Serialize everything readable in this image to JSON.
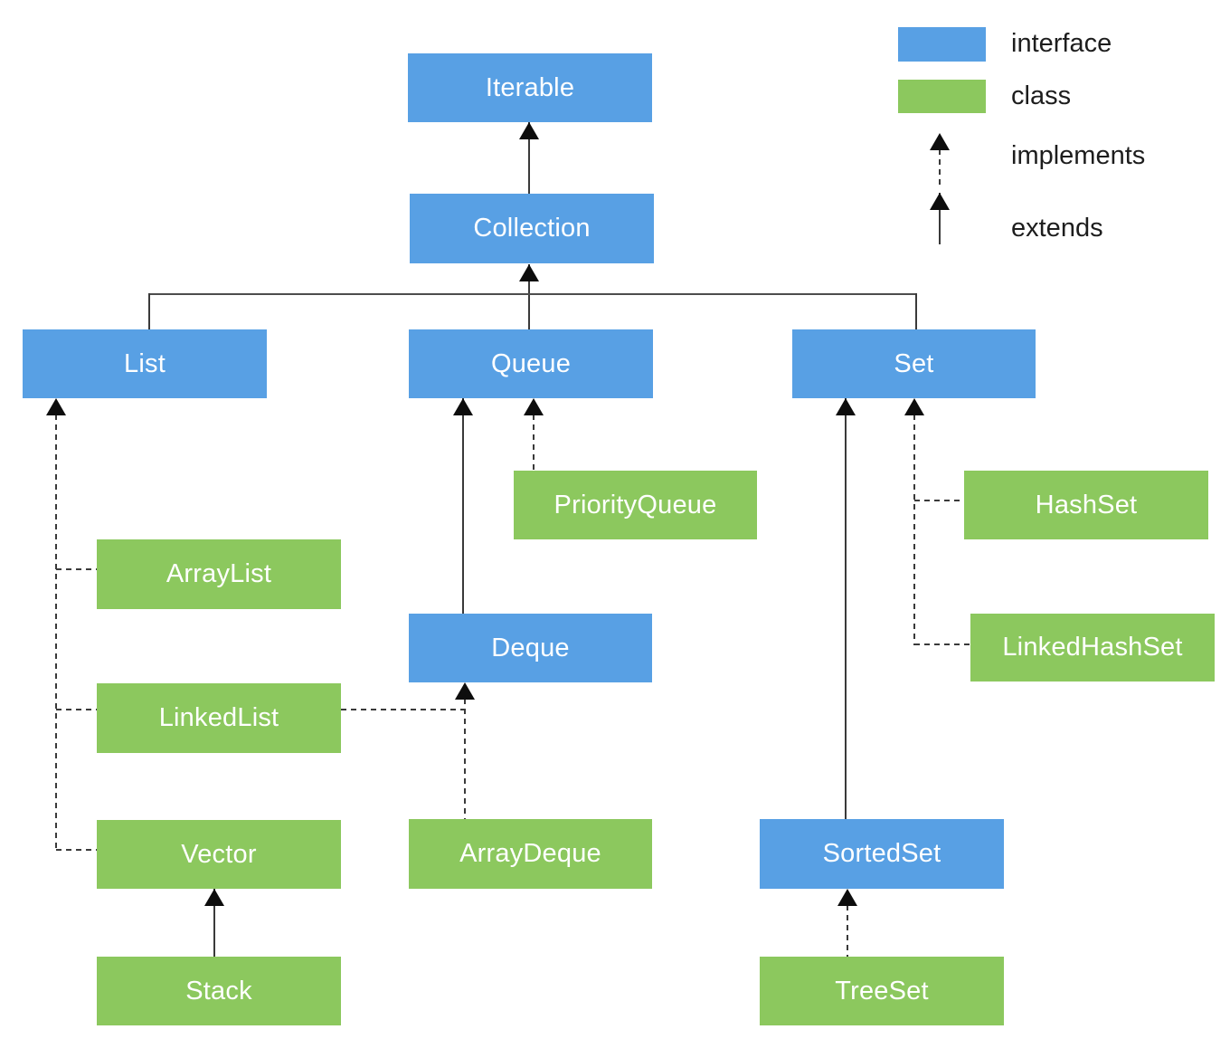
{
  "colors": {
    "interface": "#58A0E4",
    "class": "#8CC85E",
    "line": "#3a3a3a",
    "trunk": "#4d4d4d",
    "arrow": "#0d0d0d",
    "box_text": "#ffffff",
    "legend_text": "#1d1d1d",
    "bg": "#ffffff"
  },
  "nodes": {
    "iterable": {
      "label": "Iterable",
      "type": "interface"
    },
    "collection": {
      "label": "Collection",
      "type": "interface"
    },
    "list": {
      "label": "List",
      "type": "interface"
    },
    "queue": {
      "label": "Queue",
      "type": "interface"
    },
    "set": {
      "label": "Set",
      "type": "interface"
    },
    "priorityqueue": {
      "label": "PriorityQueue",
      "type": "class"
    },
    "hashset": {
      "label": "HashSet",
      "type": "class"
    },
    "arraylist": {
      "label": "ArrayList",
      "type": "class"
    },
    "deque": {
      "label": "Deque",
      "type": "interface"
    },
    "linkedhashset": {
      "label": "LinkedHashSet",
      "type": "class"
    },
    "linkedlist": {
      "label": "LinkedList",
      "type": "class"
    },
    "vector": {
      "label": "Vector",
      "type": "class"
    },
    "arraydeque": {
      "label": "ArrayDeque",
      "type": "class"
    },
    "sortedset": {
      "label": "SortedSet",
      "type": "interface"
    },
    "stack": {
      "label": "Stack",
      "type": "class"
    },
    "treeset": {
      "label": "TreeSet",
      "type": "class"
    }
  },
  "edges": [
    {
      "from": "Collection",
      "to": "Iterable",
      "relation": "extends"
    },
    {
      "from": "List",
      "to": "Collection",
      "relation": "extends"
    },
    {
      "from": "Queue",
      "to": "Collection",
      "relation": "extends"
    },
    {
      "from": "Set",
      "to": "Collection",
      "relation": "extends"
    },
    {
      "from": "ArrayList",
      "to": "List",
      "relation": "implements"
    },
    {
      "from": "LinkedList",
      "to": "List",
      "relation": "implements"
    },
    {
      "from": "Vector",
      "to": "List",
      "relation": "implements"
    },
    {
      "from": "PriorityQueue",
      "to": "Queue",
      "relation": "implements"
    },
    {
      "from": "Deque",
      "to": "Queue",
      "relation": "extends"
    },
    {
      "from": "LinkedList",
      "to": "Deque",
      "relation": "implements"
    },
    {
      "from": "ArrayDeque",
      "to": "Deque",
      "relation": "implements"
    },
    {
      "from": "HashSet",
      "to": "Set",
      "relation": "implements"
    },
    {
      "from": "LinkedHashSet",
      "to": "Set",
      "relation": "implements"
    },
    {
      "from": "SortedSet",
      "to": "Set",
      "relation": "extends"
    },
    {
      "from": "TreeSet",
      "to": "SortedSet",
      "relation": "implements"
    },
    {
      "from": "Stack",
      "to": "Vector",
      "relation": "extends"
    }
  ],
  "legend": {
    "interface_label": "interface",
    "class_label": "class",
    "implements_label": "implements",
    "extends_label": "extends"
  }
}
